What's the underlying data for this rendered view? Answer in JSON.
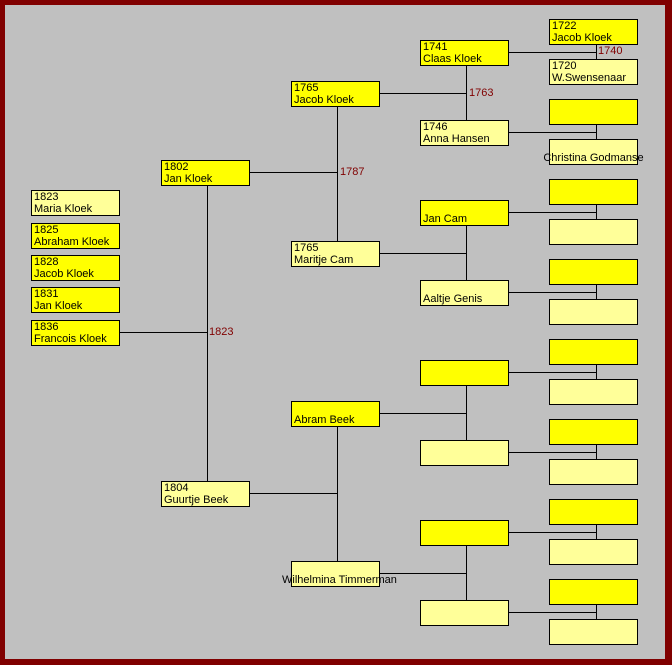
{
  "colors": {
    "frame": "#800000",
    "background": "#c0c0c0",
    "male": "#ffff00",
    "female": "#ffff99",
    "marriage": "#800000"
  },
  "children": [
    {
      "year": "1823",
      "name": "Maria Kloek",
      "sex": "f"
    },
    {
      "year": "1825",
      "name": "Abraham Kloek",
      "sex": "m"
    },
    {
      "year": "1828",
      "name": "Jacob Kloek",
      "sex": "m"
    },
    {
      "year": "1831",
      "name": "Jan Kloek",
      "sex": "m"
    },
    {
      "year": "1836",
      "name": "Francois Kloek",
      "sex": "m"
    }
  ],
  "parents": [
    {
      "year": "1802",
      "name": "Jan Kloek",
      "sex": "m"
    },
    {
      "year": "1804",
      "name": "Guurtje Beek",
      "sex": "f"
    }
  ],
  "grandparents": [
    {
      "year": "1765",
      "name": "Jacob Kloek",
      "sex": "m"
    },
    {
      "year": "1765",
      "name": "Maritje Cam",
      "sex": "f"
    },
    {
      "year": "",
      "name": "Abram Beek",
      "sex": "m"
    },
    {
      "year": "",
      "name": "Wilhelmina Timmerman",
      "sex": "f",
      "centered": true
    }
  ],
  "great_grandparents": [
    {
      "year": "1741",
      "name": "Claas Kloek",
      "sex": "m"
    },
    {
      "year": "1746",
      "name": "Anna Hansen",
      "sex": "f"
    },
    {
      "year": "",
      "name": "Jan Cam",
      "sex": "m"
    },
    {
      "year": "",
      "name": "Aaltje Genis",
      "sex": "f"
    },
    {
      "year": "",
      "name": "",
      "sex": "m"
    },
    {
      "year": "",
      "name": "",
      "sex": "f"
    },
    {
      "year": "",
      "name": "",
      "sex": "m"
    },
    {
      "year": "",
      "name": "",
      "sex": "f"
    }
  ],
  "gg_grandparents": [
    {
      "year": "1722",
      "name": "Jacob Kloek",
      "sex": "m"
    },
    {
      "year": "1720",
      "name": "W.Swensenaar",
      "sex": "f"
    },
    {
      "year": "",
      "name": "",
      "sex": "m"
    },
    {
      "year": "",
      "name": "Christina Godmanse",
      "sex": "f",
      "centered": true
    },
    {
      "year": "",
      "name": "",
      "sex": "m"
    },
    {
      "year": "",
      "name": "",
      "sex": "f"
    },
    {
      "year": "",
      "name": "",
      "sex": "m"
    },
    {
      "year": "",
      "name": "",
      "sex": "f"
    },
    {
      "year": "",
      "name": "",
      "sex": "m"
    },
    {
      "year": "",
      "name": "",
      "sex": "f"
    },
    {
      "year": "",
      "name": "",
      "sex": "m"
    },
    {
      "year": "",
      "name": "",
      "sex": "f"
    },
    {
      "year": "",
      "name": "",
      "sex": "m"
    },
    {
      "year": "",
      "name": "",
      "sex": "f"
    },
    {
      "year": "",
      "name": "",
      "sex": "m"
    },
    {
      "year": "",
      "name": "",
      "sex": "f"
    }
  ],
  "marriages": {
    "parents": "1823",
    "grandparents_paternal": "1787",
    "great_grandparents_kloek": "1763",
    "gg_grandparents_kloek": "1740"
  }
}
